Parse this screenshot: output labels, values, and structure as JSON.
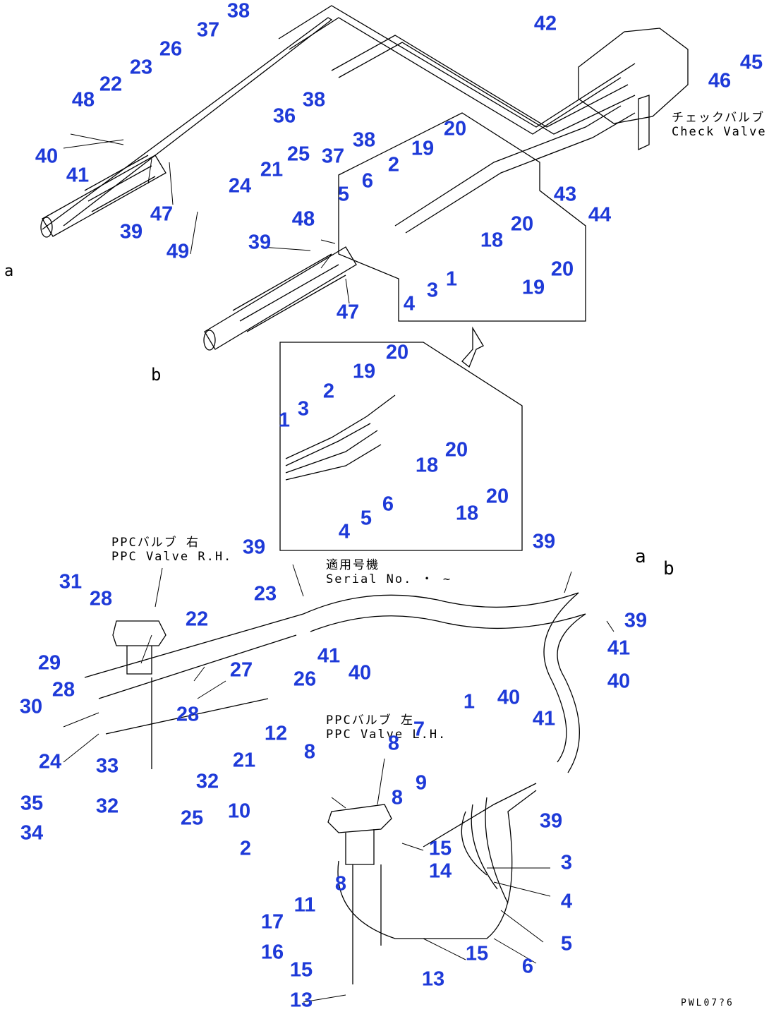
{
  "colors": {
    "callout": "#1e3ad8",
    "line": "#000000",
    "background": "#ffffff"
  },
  "labels": {
    "check_valve_jp": "チェックバルブ",
    "check_valve_en": "Check Valve",
    "ppc_rh_jp": "PPCバルブ 右",
    "ppc_rh_en": "PPC Valve R.H.",
    "ppc_lh_jp": "PPCバルブ 左",
    "ppc_lh_en": "PPC Valve L.H.",
    "serial_jp": "適用号機",
    "serial_en": "Serial No. ・ ~",
    "letter_a_top": "a",
    "letter_b_top": "b",
    "letter_a_right": "a",
    "letter_b_right": "b",
    "drawing_code": "PWL07?6"
  },
  "callouts": [
    "38",
    "42",
    "37",
    "45",
    "26",
    "46",
    "23",
    "48",
    "22",
    "38",
    "36",
    "48",
    "40",
    "25",
    "37",
    "38",
    "41",
    "21",
    "24",
    "20",
    "19",
    "2",
    "6",
    "5",
    "43",
    "44",
    "47",
    "39",
    "49",
    "18",
    "48",
    "39",
    "20",
    "1",
    "3",
    "19",
    "20",
    "4",
    "47",
    "20",
    "19",
    "2",
    "3",
    "1",
    "20",
    "18",
    "6",
    "5",
    "4",
    "18",
    "20",
    "39",
    "39",
    "31",
    "23",
    "28",
    "22",
    "29",
    "27",
    "28",
    "26",
    "41",
    "39",
    "41",
    "40",
    "40",
    "30",
    "28",
    "1",
    "40",
    "41",
    "12",
    "7",
    "8",
    "21",
    "33",
    "24",
    "32",
    "8",
    "9",
    "39",
    "10",
    "8",
    "2",
    "15",
    "3",
    "35",
    "32",
    "25",
    "34",
    "14",
    "4",
    "11",
    "8",
    "17",
    "5",
    "16",
    "15",
    "6",
    "15",
    "13",
    "13"
  ]
}
